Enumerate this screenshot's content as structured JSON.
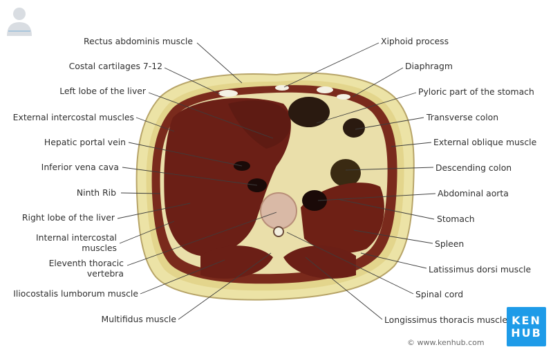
{
  "labels_left": [
    {
      "text": "Rectus abdominis muscle"
    },
    {
      "text": "Costal cartilages 7-12"
    },
    {
      "text": "Left lobe of the liver"
    },
    {
      "text": "External intercostal muscles"
    },
    {
      "text": "Hepatic portal vein"
    },
    {
      "text": "Inferior vena cava"
    },
    {
      "text": "Ninth Rib"
    },
    {
      "text": "Right lobe of the liver"
    },
    {
      "text": "Internal intercostal",
      "text2": "muscles"
    },
    {
      "text": "Eleventh thoracic",
      "text2": "vertebra"
    },
    {
      "text": "Iliocostalis lumborum muscle"
    },
    {
      "text": "Multifidus muscle"
    }
  ],
  "labels_right": [
    {
      "text": "Xiphoid process"
    },
    {
      "text": "Diaphragm"
    },
    {
      "text": "Pyloric part of the stomach"
    },
    {
      "text": "Transverse colon"
    },
    {
      "text": "External oblique muscle"
    },
    {
      "text": "Descending colon"
    },
    {
      "text": "Abdominal aorta"
    },
    {
      "text": "Stomach"
    },
    {
      "text": "Spleen"
    },
    {
      "text": "Latissimus dorsi muscle"
    },
    {
      "text": "Spinal cord"
    },
    {
      "text": "Longissimus thoracis muscle"
    }
  ],
  "logo": {
    "line1": "KEN",
    "line2": "HUB"
  },
  "copyright": "© www.kenhub.com",
  "colors": {
    "skin": "#ece3a6",
    "fat": "#e6d98e",
    "liver": "#6b1f16",
    "muscle": "#7a2a1c",
    "accent": "#1e9be8"
  }
}
